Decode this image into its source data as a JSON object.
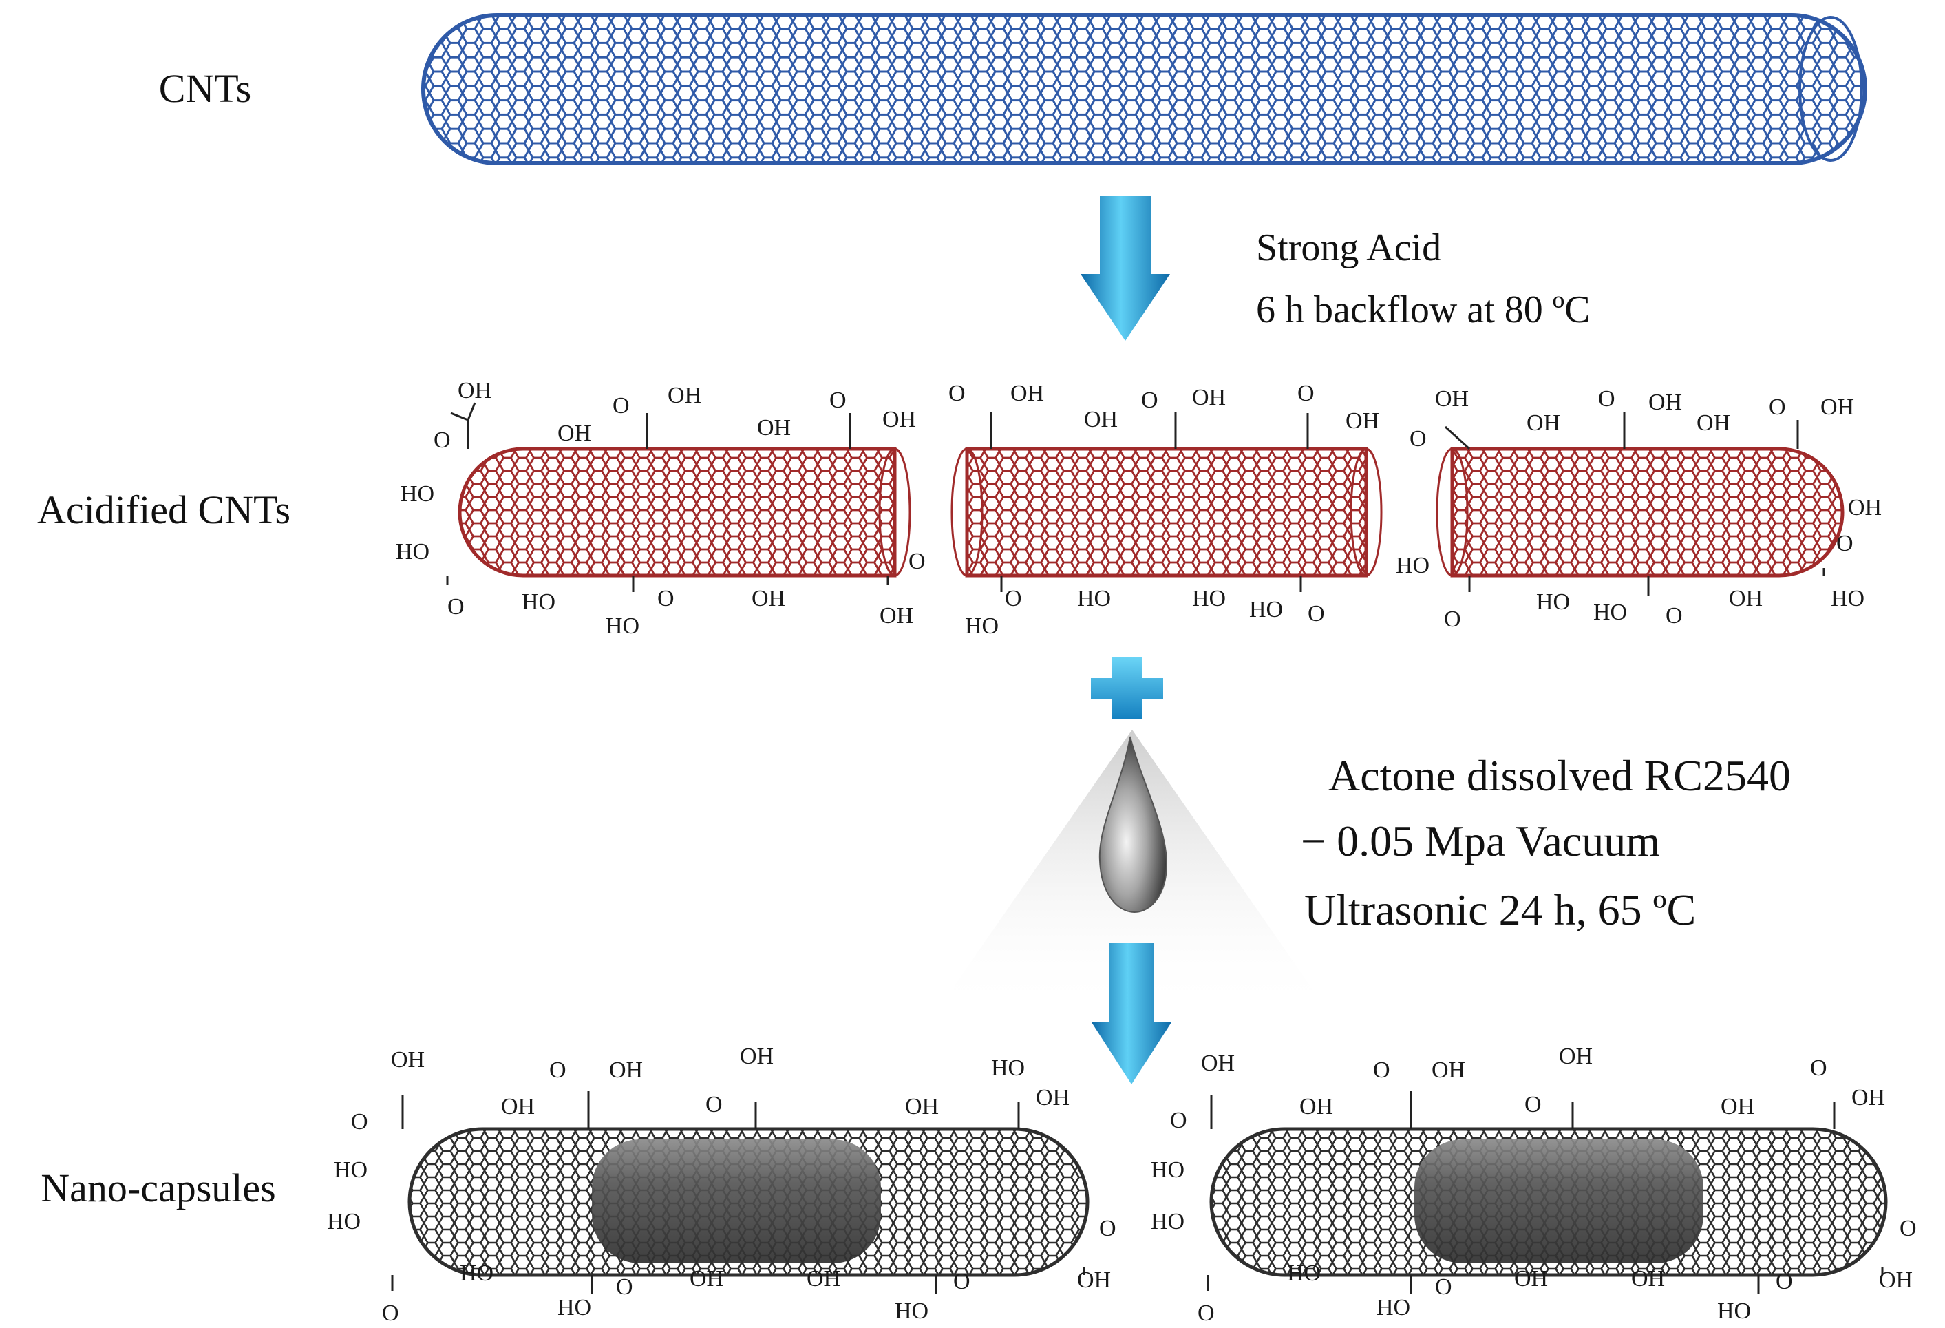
{
  "stages": {
    "cnts": "CNTs",
    "acidified": "Acidified CNTs",
    "capsules": "Nano-capsules"
  },
  "step1": {
    "line1": "Strong Acid",
    "line2": "6 h backflow at 80 ºC"
  },
  "step2": {
    "line1": "Actone dissolved RC2540",
    "line2": "− 0.05 Mpa Vacuum",
    "line3": "Ultrasonic 24 h, 65 ºC"
  },
  "groups": {
    "oh": "OH",
    "ho": "HO",
    "o": "O"
  },
  "colors": {
    "cnt_blue": "#3a62b0",
    "cnt_red": "#a63030",
    "cnt_black": "#333333",
    "arrow_blue": "#1f9fd8",
    "capsule_core": "#4a4a4a"
  }
}
